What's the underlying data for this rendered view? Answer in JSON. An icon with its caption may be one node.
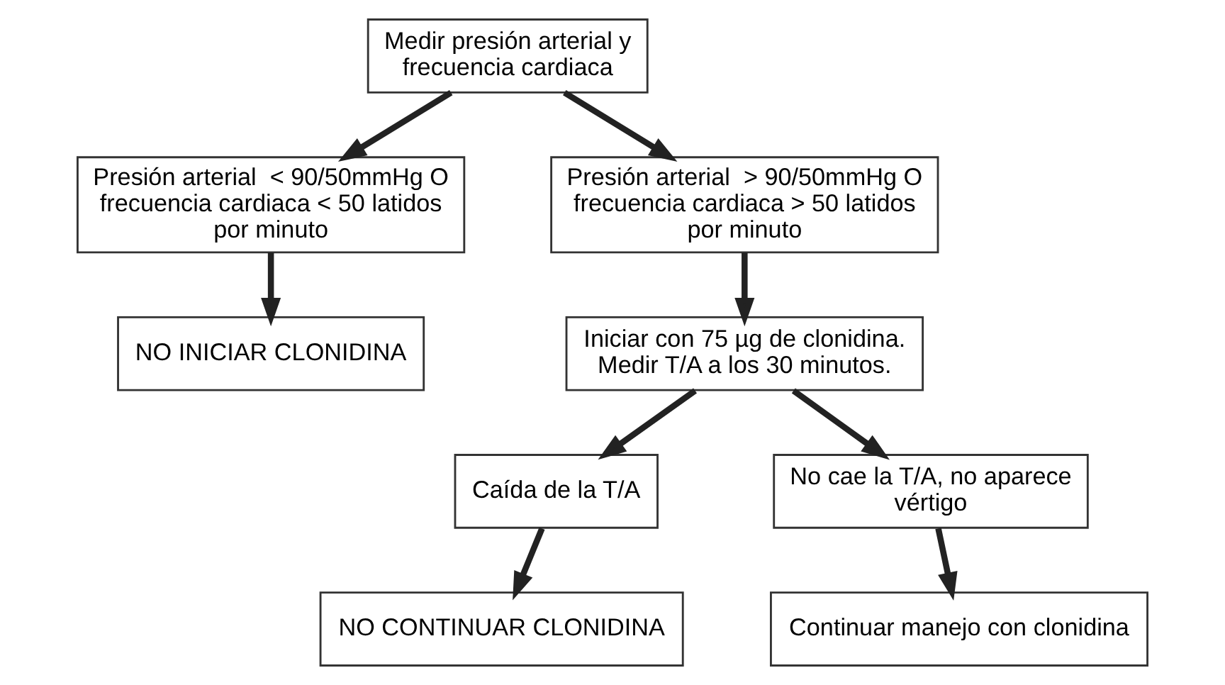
{
  "diagram": {
    "nodes": [
      {
        "text": [
          "Medir presión arterial y frecuencia cardiaca"
        ]
      },
      {
        "text": [
          "Presión arterial  < 90/50mmHg O frecuencia cardiaca < 50 latidos por minuto"
        ]
      },
      {
        "text": [
          "Presión arterial  > 90/50mmHg O frecuencia cardiaca > 50 latidos por minuto"
        ]
      },
      {
        "text": [
          "NO INICIAR CLONIDINA"
        ]
      },
      {
        "text": [
          "Iniciar con 75 µg de clonidina. Medir T/A a los 30 minutos."
        ]
      },
      {
        "text": [
          "Caída de la T/A"
        ]
      },
      {
        "text": [
          "No cae la T/A, no aparece vértigo"
        ]
      },
      {
        "text": [
          "NO CONTINUAR CLONIDINA"
        ]
      },
      {
        "text": [
          "Continuar manejo con clonidina"
        ]
      }
    ],
    "edges": [
      {
        "from": 0,
        "to": 1,
        "arrow": "to"
      },
      {
        "from": 0,
        "to": 2,
        "arrow": "to"
      },
      {
        "from": 1,
        "to": 3,
        "arrow": "to"
      },
      {
        "from": 2,
        "to": 4,
        "arrow": "to"
      },
      {
        "from": 4,
        "to": 5,
        "arrow": "to"
      },
      {
        "from": 4,
        "to": 6,
        "arrow": "to"
      },
      {
        "from": 5,
        "to": 7,
        "arrow": "to"
      },
      {
        "from": 6,
        "to": 8,
        "arrow": "to"
      }
    ]
  }
}
